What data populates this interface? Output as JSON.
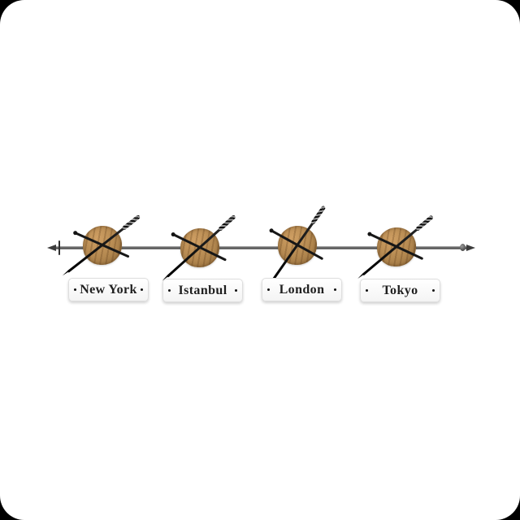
{
  "clocks": [
    {
      "city": "New York"
    },
    {
      "city": "Istanbul"
    },
    {
      "city": "London"
    },
    {
      "city": "Tokyo"
    }
  ],
  "colors": {
    "background": "#ffffff",
    "corner_matte": "#000000",
    "wood_disc": "#b2874f",
    "rod_metal": "#4d4d4d",
    "hand_black": "#1c1c1c",
    "plaque_bg": "#ffffff",
    "plaque_text": "#1f1f1f"
  }
}
